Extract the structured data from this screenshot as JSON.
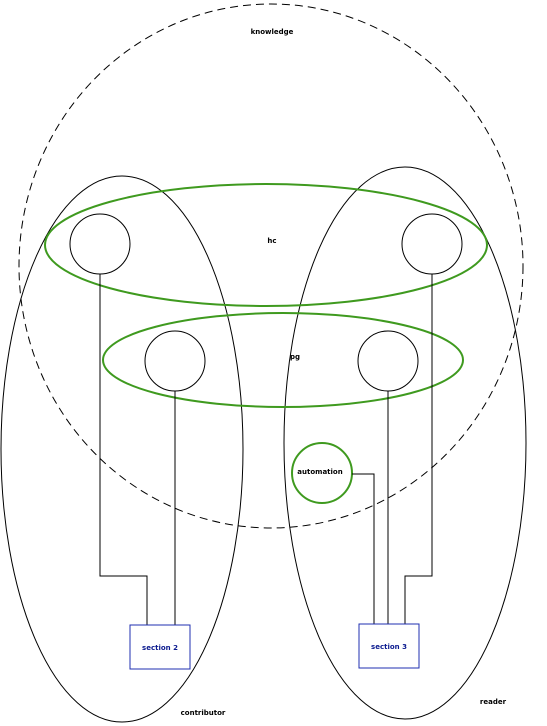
{
  "colors": {
    "background": "#ffffff",
    "outline": "#000000",
    "group": "#3f9a1f",
    "box": "#1f2fb0",
    "box_text": "#0b1a8f"
  },
  "labels": {
    "knowledge": "knowledge",
    "hc": "hc",
    "pg": "pg",
    "automation": "automation",
    "section2": "section 2",
    "section3": "section 3",
    "reader": "reader",
    "contributor": "contributor"
  }
}
